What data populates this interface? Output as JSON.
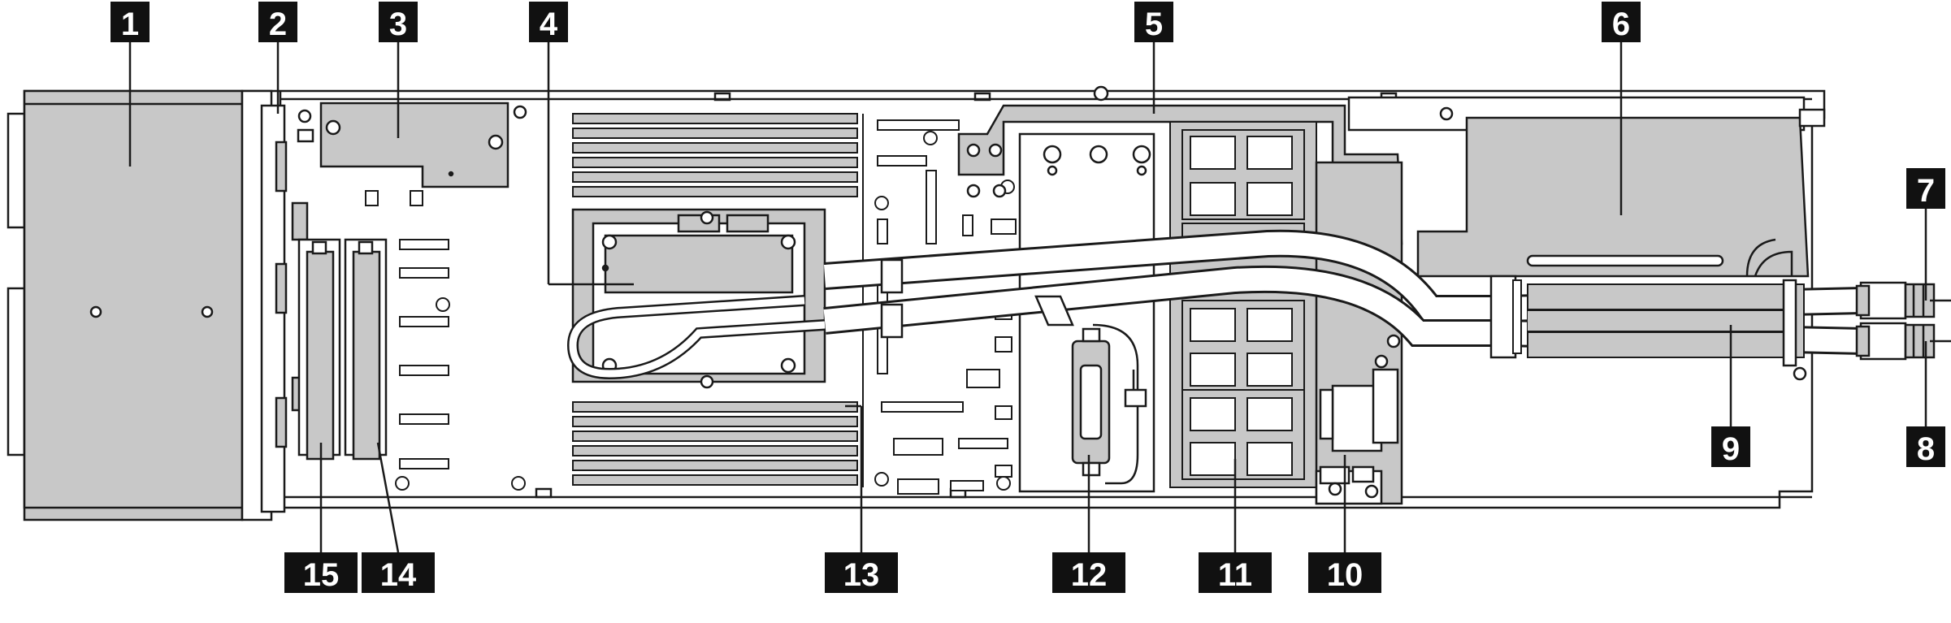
{
  "callouts": [
    {
      "id": "1",
      "label": "1"
    },
    {
      "id": "2",
      "label": "2"
    },
    {
      "id": "3",
      "label": "3"
    },
    {
      "id": "4",
      "label": "4"
    },
    {
      "id": "5",
      "label": "5"
    },
    {
      "id": "6",
      "label": "6"
    },
    {
      "id": "7",
      "label": "7"
    },
    {
      "id": "8",
      "label": "8"
    },
    {
      "id": "9",
      "label": "9"
    },
    {
      "id": "10",
      "label": "10"
    },
    {
      "id": "11",
      "label": "11"
    },
    {
      "id": "12",
      "label": "12"
    },
    {
      "id": "13",
      "label": "13"
    },
    {
      "id": "14",
      "label": "14"
    },
    {
      "id": "15",
      "label": "15"
    }
  ],
  "colors": {
    "line": "#1a1a1a",
    "component_fill": "#c8c8c8",
    "chassis_fill": "#ffffff",
    "callout_fill": "#111111",
    "callout_text": "#ffffff"
  }
}
